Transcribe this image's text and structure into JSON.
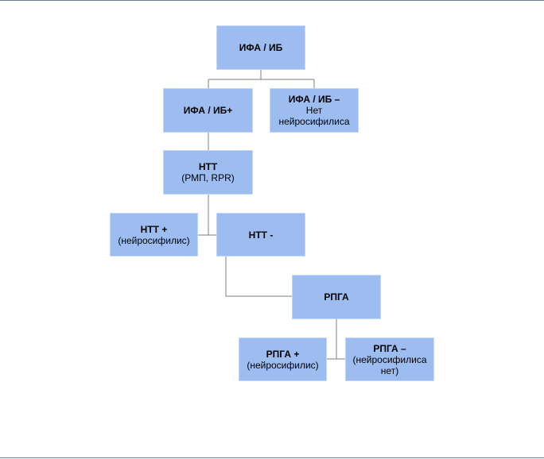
{
  "colors": {
    "box_fill": "#9dbdf1",
    "connector": "#7f7f7f",
    "frame_rule": "#6d7f92"
  },
  "nodes": {
    "ifa_ib": {
      "title": "ИФА / ИБ"
    },
    "ifa_ib_pos": {
      "title": "ИФА / ИБ+"
    },
    "ifa_ib_neg": {
      "title": "ИФА / ИБ –",
      "line2": "Нет",
      "line3": "нейросифилиса"
    },
    "ntt": {
      "title": "НТТ",
      "subtitle": "(РМП, RPR)"
    },
    "ntt_pos": {
      "title": "НТТ +",
      "subtitle": "(нейросифилис)"
    },
    "ntt_neg": {
      "title": "НТТ -"
    },
    "rpga": {
      "title": "РПГА"
    },
    "rpga_pos": {
      "title": "РПГА +",
      "subtitle": "(нейросифилис)"
    },
    "rpga_neg": {
      "title": "РПГА –",
      "line2": "(нейросифилиса",
      "line3": "нет)"
    }
  }
}
